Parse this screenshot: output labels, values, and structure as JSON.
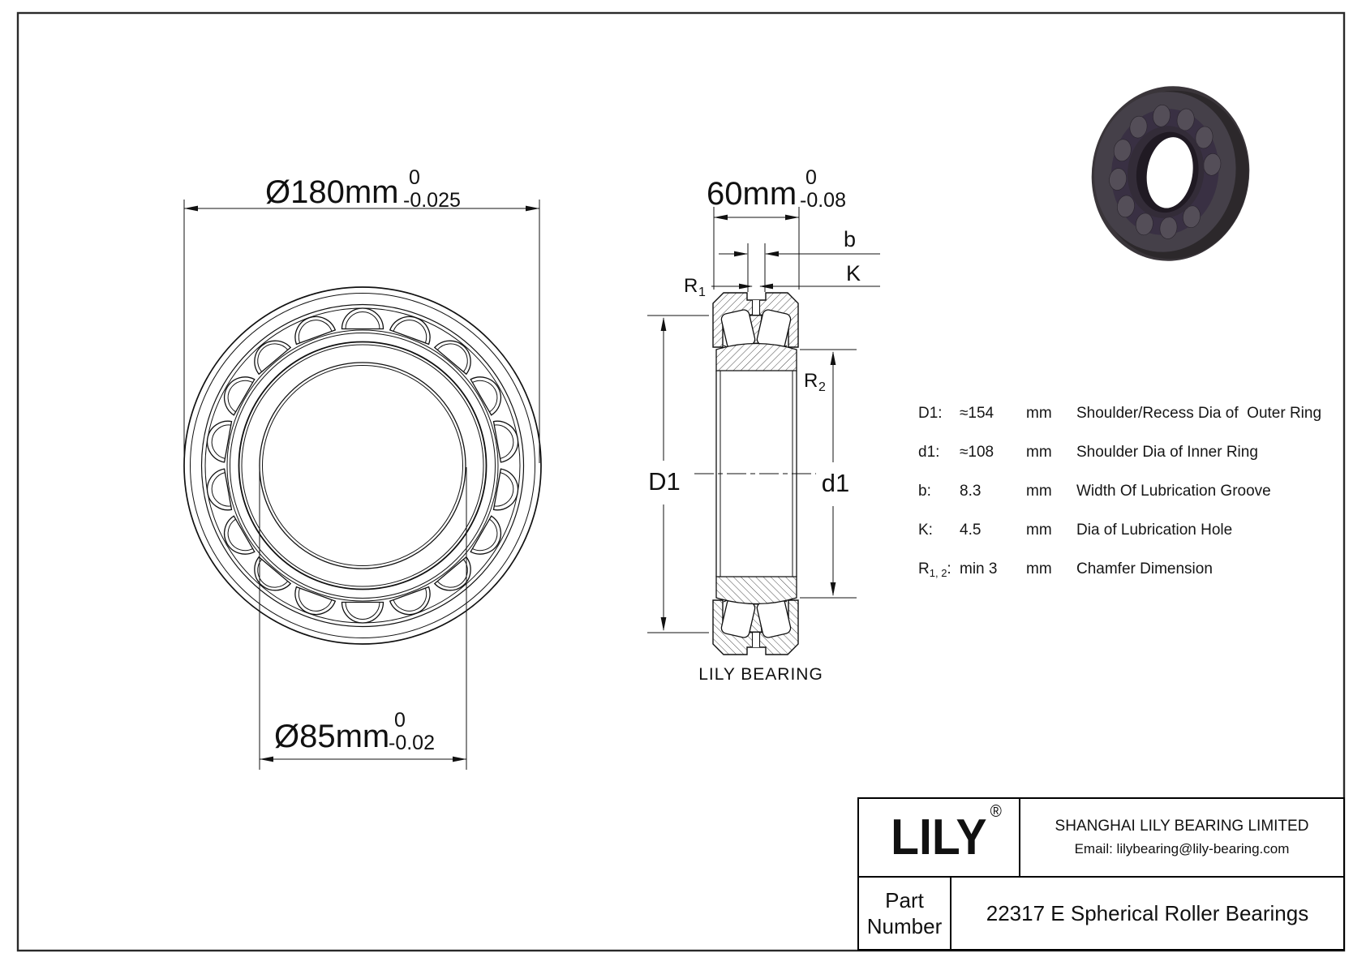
{
  "front_view": {
    "outer_dim": {
      "text": "Ø180mm",
      "tol_top": "0",
      "tol_bottom": "-0.025"
    },
    "bore_dim": {
      "text": "Ø85mm",
      "tol_top": "0",
      "tol_bottom": "-0.02"
    }
  },
  "section_view": {
    "width_dim": {
      "text": "60mm",
      "tol_top": "0",
      "tol_bottom": "-0.08"
    },
    "labels": {
      "b": "b",
      "k": "K",
      "r": "R",
      "r1_sub": "1",
      "r2_sub": "2",
      "outer_shoulder": "D1",
      "inner_shoulder": "d1"
    },
    "caption": "LILY BEARING"
  },
  "spec_table": {
    "rows": [
      {
        "label": "D1:",
        "value": "≈154",
        "unit": "mm",
        "desc": "Shoulder/Recess Dia of  Outer Ring"
      },
      {
        "label": "d1:",
        "value": "≈108",
        "unit": "mm",
        "desc": "Shoulder Dia of Inner Ring"
      },
      {
        "label": "b:",
        "value": "8.3",
        "unit": "mm",
        "desc": "Width Of Lubrication Groove"
      },
      {
        "label": "K:",
        "value": "4.5",
        "unit": "mm",
        "desc": "Dia of Lubrication Hole"
      },
      {
        "label": "R1, 2:",
        "label_main": "R",
        "label_sub": "1, 2",
        "label_colon": ":",
        "value": "min 3",
        "unit": "mm",
        "desc": "Chamfer Dimension"
      }
    ]
  },
  "title_block": {
    "logo": "LILY",
    "registered": "®",
    "company": "SHANGHAI LILY BEARING LIMITED",
    "email": "Email: lilybearing@lily-bearing.com",
    "part_label_line1": "Part",
    "part_label_line2": "Number",
    "part_name": "22317 E Spherical Roller Bearings"
  }
}
